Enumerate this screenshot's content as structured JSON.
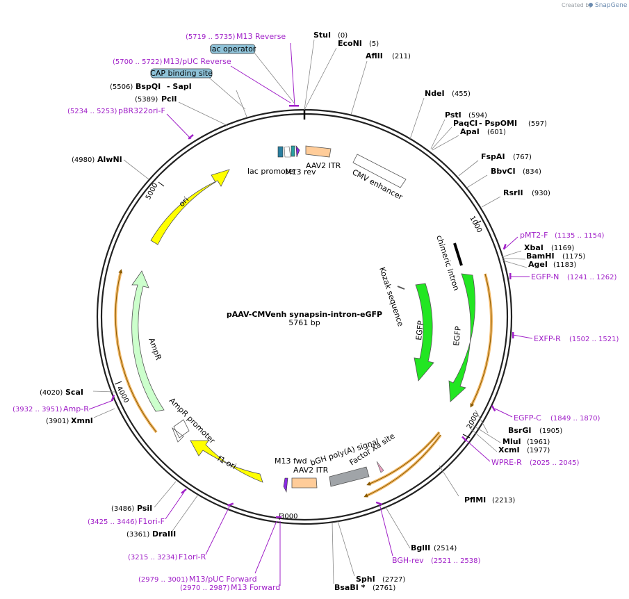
{
  "header": {
    "credit_text": "Created by",
    "brand": "SnapGene"
  },
  "plasmid": {
    "name": "pAAV-CMVenh synapsin-intron-eGFP",
    "size": "5761 bp"
  },
  "ruler": [
    "1000",
    "2000",
    "3000",
    "4000",
    "5000"
  ],
  "enzymes": [
    {
      "name": "StuI",
      "pos": "(0)"
    },
    {
      "name": "EcoNI",
      "pos": "(5)"
    },
    {
      "name": "AflII",
      "pos": "(211)"
    },
    {
      "name": "NdeI",
      "pos": "(455)"
    },
    {
      "name": "PstI",
      "pos": "(594)"
    },
    {
      "name": "PaqCI",
      "pos": "(597)",
      "pair": "- PspOMI"
    },
    {
      "name": "ApaI",
      "pos": "(601)"
    },
    {
      "name": "FspAI",
      "pos": "(767)"
    },
    {
      "name": "BbvCI",
      "pos": "(834)"
    },
    {
      "name": "RsrII",
      "pos": "(930)"
    },
    {
      "name": "XbaI",
      "pos": "(1169)"
    },
    {
      "name": "BamHI",
      "pos": "(1175)"
    },
    {
      "name": "AgeI",
      "pos": "(1183)"
    },
    {
      "name": "BsrGI",
      "pos": "(1905)"
    },
    {
      "name": "MluI",
      "pos": "(1961)"
    },
    {
      "name": "XcmI",
      "pos": "(1977)"
    },
    {
      "name": "PflMI",
      "pos": "(2213)"
    },
    {
      "name": "BglII",
      "pos": "(2514)"
    },
    {
      "name": "SphI",
      "pos": "(2727)"
    },
    {
      "name": "BsaBI *",
      "pos": "(2761)"
    },
    {
      "name": "DraIII",
      "pos": "(3361)"
    },
    {
      "name": "PsiI",
      "pos": "(3486)"
    },
    {
      "name": "XmnI",
      "pos": "(3901)"
    },
    {
      "name": "ScaI",
      "pos": "(4020)"
    },
    {
      "name": "AlwNI",
      "pos": "(4980)"
    },
    {
      "name": "PciI",
      "pos": "(5389)"
    },
    {
      "name": "BspQI",
      "pos": "(5506)",
      "pair": "- SapI"
    }
  ],
  "primers": [
    {
      "name": "M13 Reverse",
      "range": "(5719 .. 5735)"
    },
    {
      "name": "M13/pUC Reverse",
      "range": "(5700 .. 5722)"
    },
    {
      "name": "pBR322ori-F",
      "range": "(5234 .. 5253)"
    },
    {
      "name": "pMT2-F",
      "range": "(1135 .. 1154)"
    },
    {
      "name": "EGFP-N",
      "range": "(1241 .. 1262)"
    },
    {
      "name": "EXFP-R",
      "range": "(1502 .. 1521)"
    },
    {
      "name": "EGFP-C",
      "range": "(1849 .. 1870)"
    },
    {
      "name": "WPRE-R",
      "range": "(2025 .. 2045)"
    },
    {
      "name": "BGH-rev",
      "range": "(2521 .. 2538)"
    },
    {
      "name": "F1ori-F",
      "range": "(3425 .. 3446)"
    },
    {
      "name": "F1ori-R",
      "range": "(3215 .. 3234)"
    },
    {
      "name": "M13/pUC Forward",
      "range": "(2979 .. 3001)"
    },
    {
      "name": "M13 Forward",
      "range": "(2970 .. 2987)"
    },
    {
      "name": "Amp-R",
      "range": "(3932 .. 3951)"
    }
  ],
  "boxed_features": [
    "lac operator",
    "CAP binding site"
  ],
  "features": {
    "lac_promoter": "lac promoter",
    "m13_rev": "M13 rev",
    "aav2_itr_top": "AAV2 ITR",
    "cmv_enhancer": "CMV enhancer",
    "chimeric_intron": "chimeric intron",
    "kozak": "Kozak sequence",
    "egfp_a": "EGFP",
    "egfp_b": "EGFP",
    "ori": "ori",
    "ampr": "AmpR",
    "ampr_promoter": "AmpR promoter",
    "f1_ori": "f1 ori",
    "m13_fwd": "M13 fwd",
    "aav2_itr_bottom": "AAV2 ITR",
    "bgh": "bGH poly(A) signal",
    "factor_xa": "Factor Xa site"
  },
  "colors": {
    "primer": "#a020c8",
    "ori": "#ffff00",
    "egfp": "#22e622",
    "ampr": "#ccffcc",
    "itr": "#ffcc99",
    "bgh": "#a0a4a8",
    "box": "#8ec2d8",
    "orf": "#f2b866"
  }
}
